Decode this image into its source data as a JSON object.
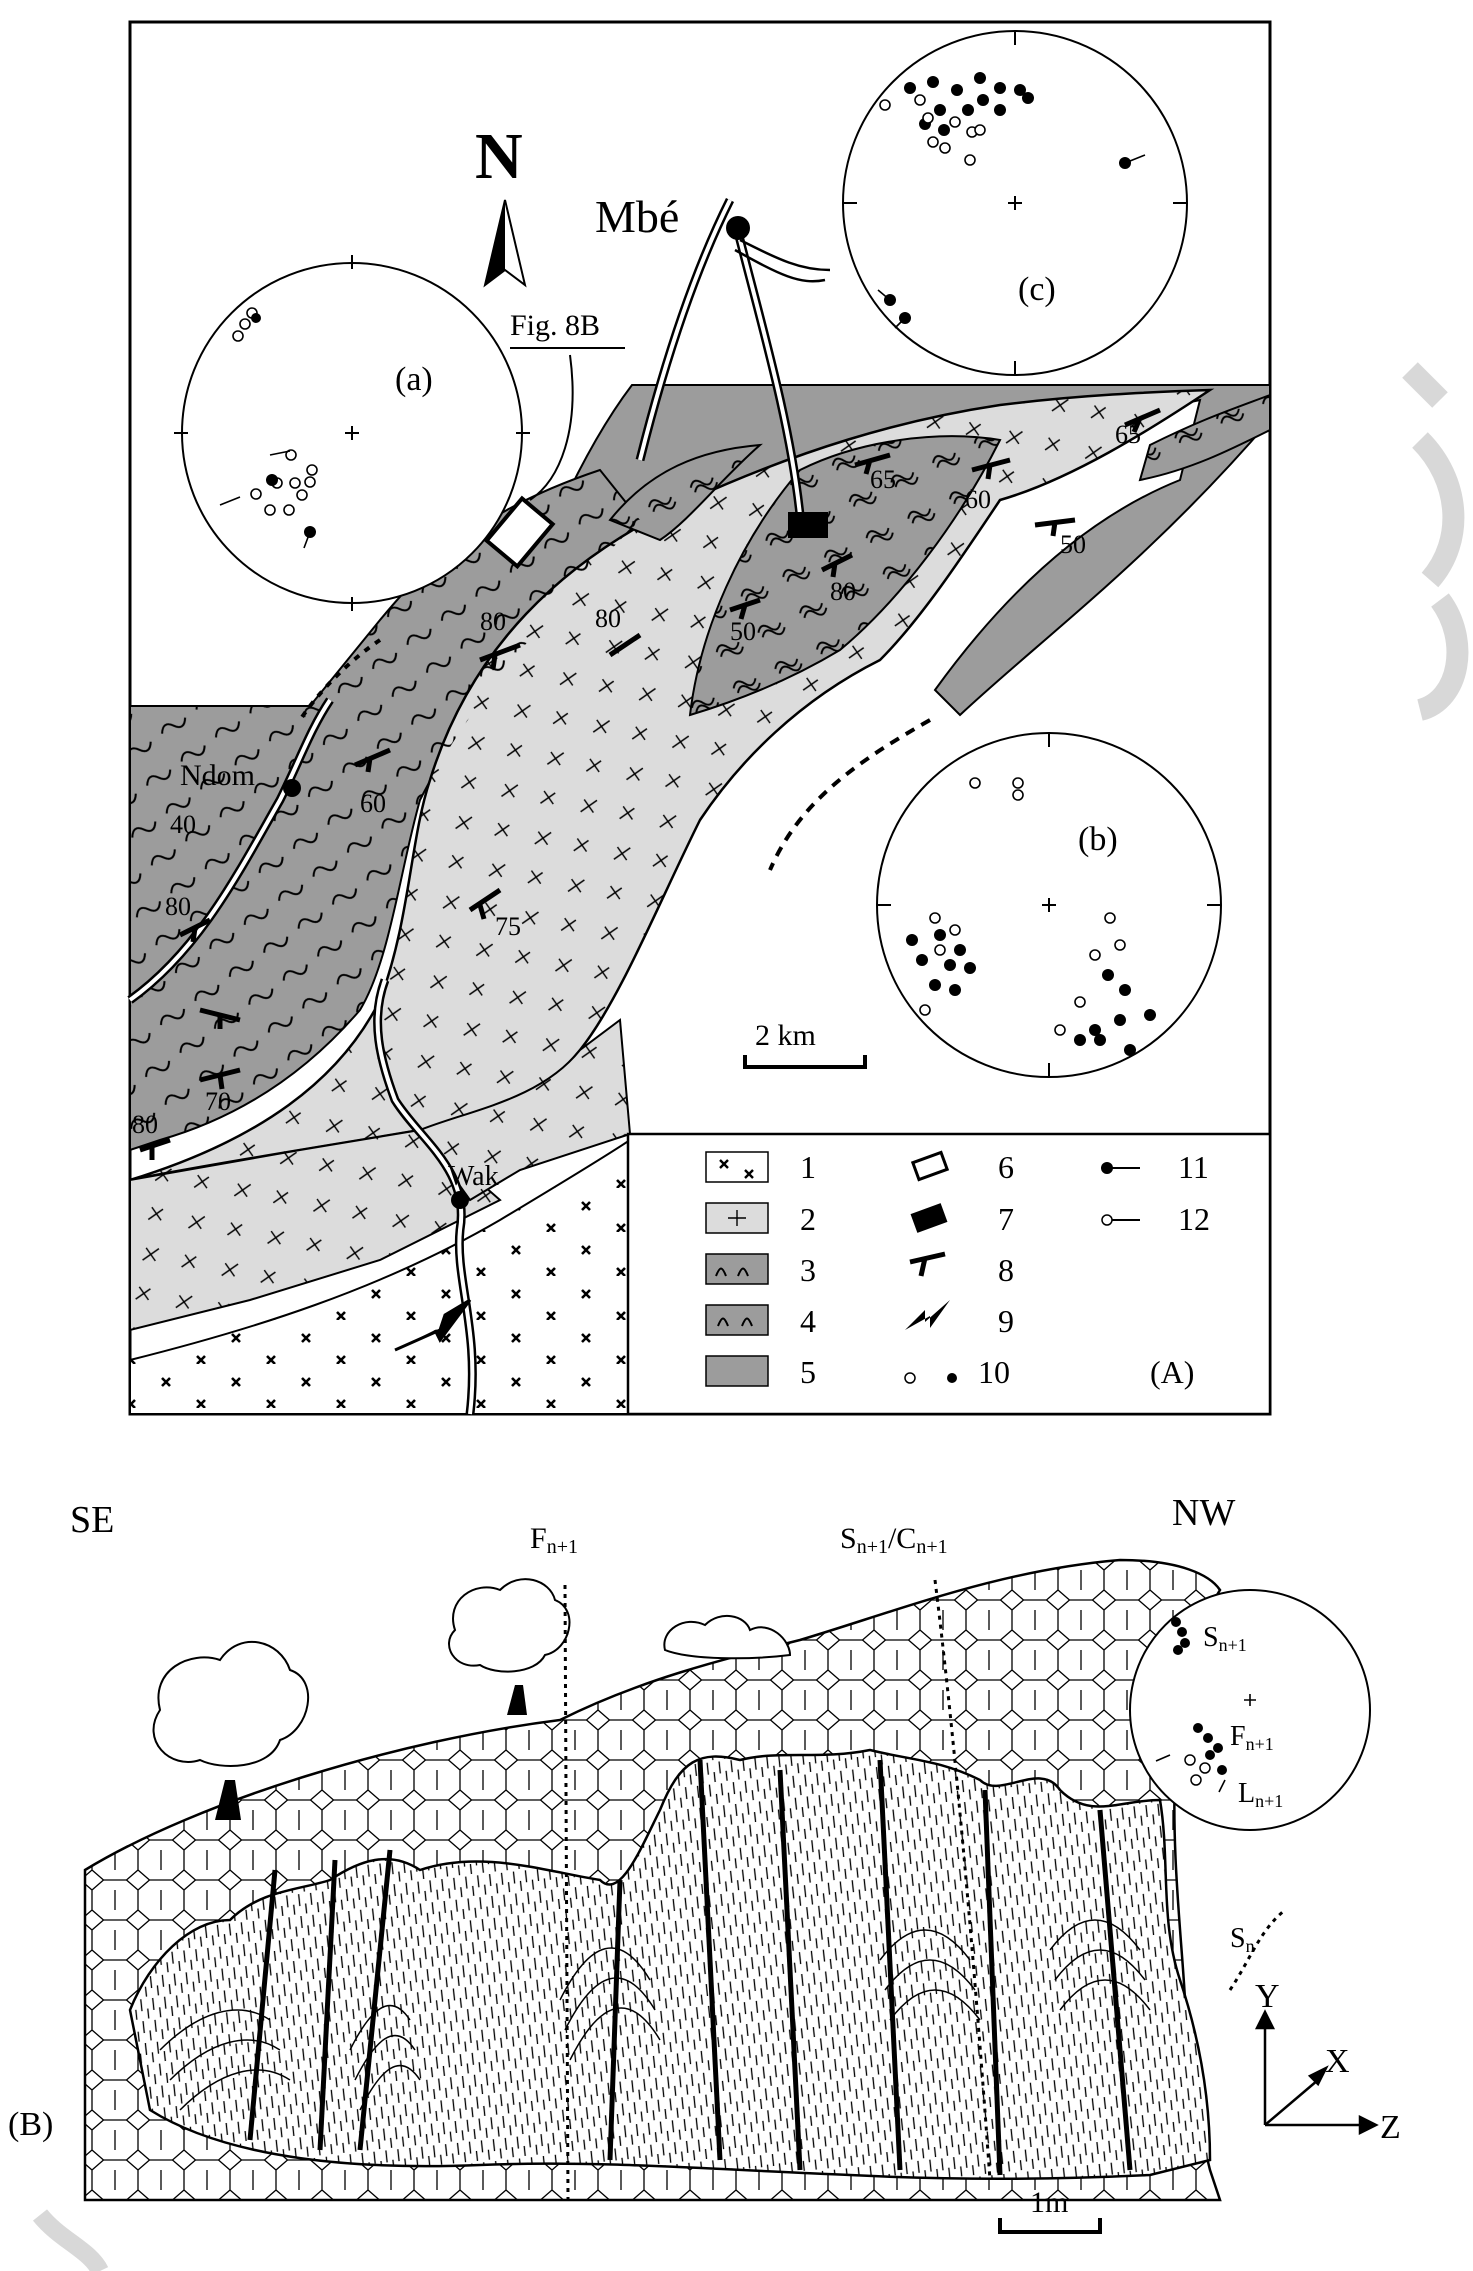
{
  "panel_a": {
    "north_label": "N",
    "fig_ref": "Fig. 8B",
    "panel_label": "(A)",
    "scale_label": "2 km",
    "places": {
      "mbe": "Mbé",
      "ndom": "Ndom",
      "wak": "Wak"
    },
    "stereonets": {
      "a": "(a)",
      "b": "(b)",
      "c": "(c)"
    },
    "dips": [
      "65",
      "65",
      "60",
      "50",
      "80",
      "50",
      "80",
      "80",
      "60",
      "40",
      "80",
      "75",
      "70",
      "80"
    ],
    "legend": [
      {
        "num": "1"
      },
      {
        "num": "2"
      },
      {
        "num": "3"
      },
      {
        "num": "4"
      },
      {
        "num": "5"
      },
      {
        "num": "6"
      },
      {
        "num": "7"
      },
      {
        "num": "8"
      },
      {
        "num": "9"
      },
      {
        "num": "10"
      },
      {
        "num": "11"
      },
      {
        "num": "12"
      }
    ]
  },
  "panel_b": {
    "label": "(B)",
    "se": "SE",
    "nw": "NW",
    "fold_axis_main": "F",
    "fold_axis_sub": "n+1",
    "schist_main_1": "S",
    "schist_sub_1": "n+1",
    "schist_sep": "/C",
    "schist_sub_2": "n+1",
    "sn1_main": "S",
    "sn1_sub": "n+1",
    "fn1_main": "F",
    "fn1_sub": "n+1",
    "ln1_main": "L",
    "ln1_sub": "n+1",
    "sn_main": "S",
    "sn_sub": "n",
    "axis_x": "X",
    "axis_y": "Y",
    "axis_z": "Z",
    "scale_label": "1m"
  },
  "colors": {
    "grey_light": "#dcdcdc",
    "grey_dark": "#9c9c9c",
    "watermark": "#d8d8d8"
  }
}
